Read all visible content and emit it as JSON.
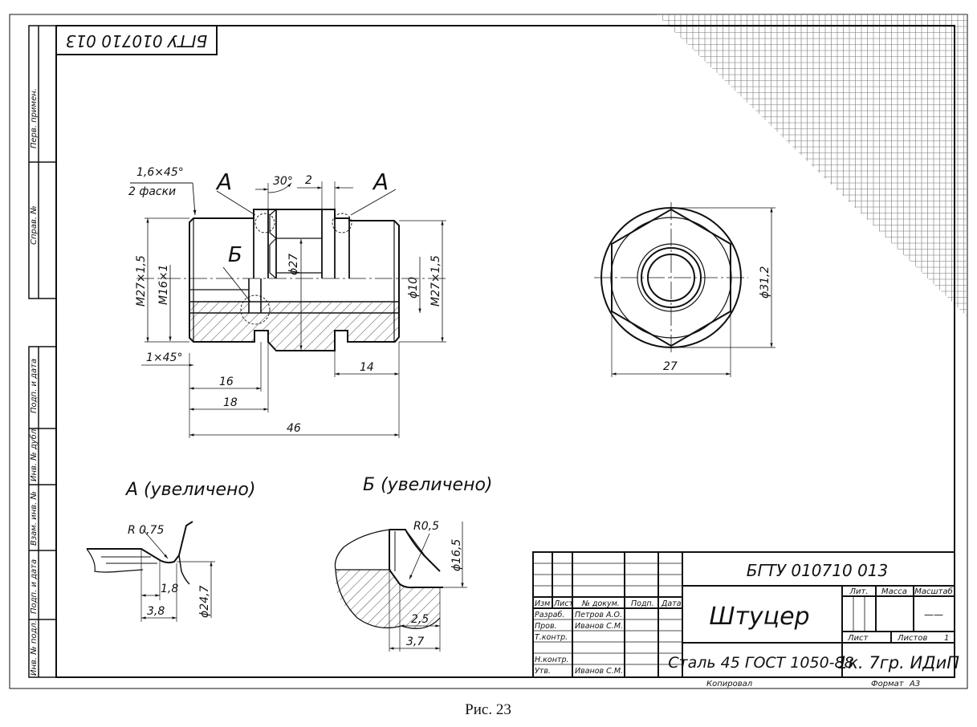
{
  "frame_code_rotated": "БГТУ 010710  013",
  "side_labels": [
    "Перв. примен.",
    "Справ. №",
    "Подп. и дата",
    "Инв. № дубл.",
    "Взам. инв. №",
    "Подп. и дата",
    "Инв. № подл."
  ],
  "main_view": {
    "chamfer_note_1": "1,6×45°",
    "chamfer_note_2": "2 фаски",
    "section_mark_a": "А",
    "section_mark_b": "Б",
    "angle": "30°",
    "groove_width": "2",
    "dia_left_outer": "M27×1,5",
    "dia_left_inner": "M16×1",
    "dia_middle": "ϕ27",
    "dia_bore": "ϕ10",
    "dia_right_outer": "M27×1,5",
    "chamfer_left": "1×45°",
    "dim_16": "16",
    "dim_18": "18",
    "dim_46": "46",
    "dim_14": "14"
  },
  "end_view": {
    "dia": "ϕ31,2",
    "across_flats": "27"
  },
  "detail_a": {
    "title": "А (увеличено)",
    "radius": "R 0,75",
    "dim_1": "1,8",
    "dim_2": "3,8",
    "dia": "ϕ24,7"
  },
  "detail_b": {
    "title": "Б (увеличено)",
    "radius": "R0,5",
    "dia": "ϕ16,5",
    "dim_1": "2,5",
    "dim_2": "3,7"
  },
  "title_block": {
    "code": "БГТУ 010710  013",
    "name": "Штуцер",
    "material": "Сталь 45 ГОСТ 1050-88",
    "org": "1к. 7гр. ИДиП",
    "col_lit": "Лит.",
    "col_mass": "Масса",
    "col_scale": "Масштаб",
    "scale_value": "——",
    "sheet_label": "Лист",
    "sheets_label": "Листов",
    "sheets_value": "1",
    "hdr_izm": "Изм",
    "hdr_list": "Лист",
    "hdr_doc": "№ докум.",
    "hdr_sign": "Подп.",
    "hdr_date": "Дата",
    "roles": [
      "Разраб.",
      "Пров.",
      "Т.контр.",
      "",
      "Н.контр.",
      "Утв."
    ],
    "names": [
      "Петров А.О.",
      "Иванов С.М.",
      "",
      "",
      "",
      "Иванов С.М."
    ],
    "copied": "Копировал",
    "format_label": "Формат",
    "format_value": "А3"
  },
  "caption": "Рис. 23"
}
